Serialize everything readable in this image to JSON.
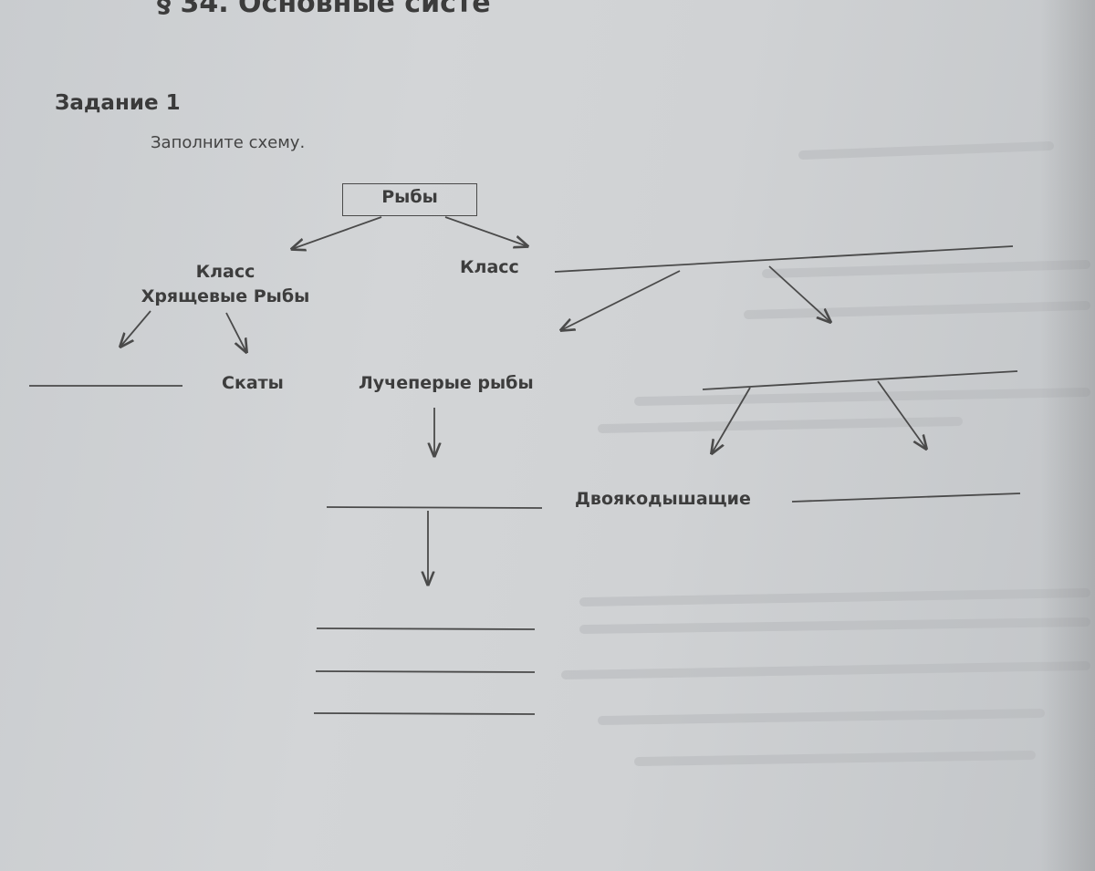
{
  "header": {
    "text": "§ 34. Основные систе"
  },
  "task": {
    "title": "Задание 1",
    "instruction": "Заполните схему."
  },
  "diagram": {
    "root": "Рыбы",
    "class_left_line1": "Класс",
    "class_left_line2": "Хрящевые Рыбы",
    "class_right": "Класс",
    "rays": "Скаты",
    "ray_finned": "Лучеперые рыбы",
    "lungfish": "Двоякодышащие",
    "blank_count_note": ""
  },
  "colors": {
    "ink": "#3d3d3d",
    "paper": "#d0d2d4",
    "line": "#4a4a4a"
  }
}
